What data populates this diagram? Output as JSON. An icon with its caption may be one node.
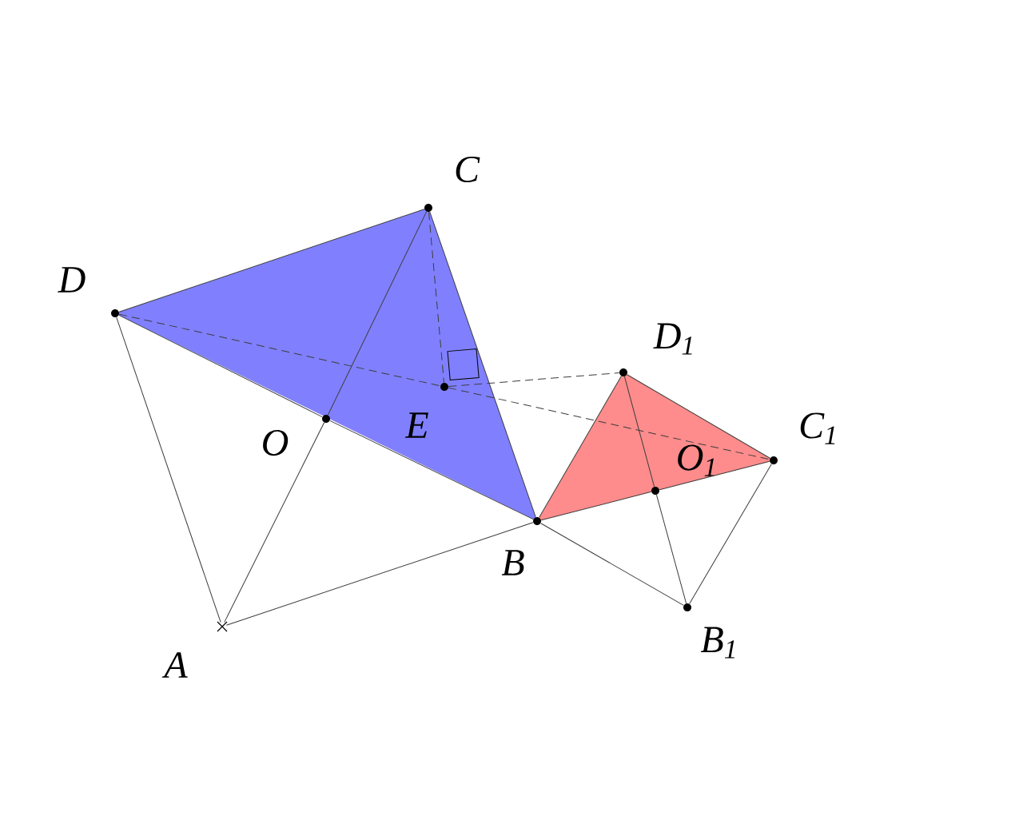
{
  "diagram": {
    "nodes": [
      {
        "text": [
          "C"
        ]
      },
      {
        "text": [
          "D"
        ]
      },
      {
        "text": [
          "E"
        ]
      },
      {
        "text": [
          "O"
        ]
      },
      {
        "text": [
          "B"
        ]
      },
      {
        "text": [
          "A"
        ]
      },
      {
        "text": [
          "D$_{1}$"
        ]
      },
      {
        "text": [
          "C$_{1}$"
        ]
      },
      {
        "text": [
          "O$_{1}$"
        ]
      },
      {
        "text": [
          "B$_{1}$"
        ]
      }
    ],
    "edges": [
      {
        "from": 1,
        "to": 5,
        "arrow": "none"
      },
      {
        "from": 5,
        "to": 4,
        "arrow": "none"
      },
      {
        "from": 5,
        "to": 3,
        "arrow": "none"
      },
      {
        "from": 3,
        "to": 0,
        "arrow": "none"
      },
      {
        "from": 1,
        "to": 0,
        "arrow": "none"
      },
      {
        "from": 0,
        "to": 4,
        "arrow": "none"
      },
      {
        "from": 1,
        "to": 3,
        "arrow": "none"
      },
      {
        "from": 3,
        "to": 4,
        "arrow": "none"
      },
      {
        "from": 4,
        "to": 6,
        "arrow": "none"
      },
      {
        "from": 6,
        "to": 7,
        "arrow": "none"
      },
      {
        "from": 4,
        "to": 8,
        "arrow": "none"
      },
      {
        "from": 8,
        "to": 7,
        "arrow": "none"
      },
      {
        "from": 6,
        "to": 8,
        "arrow": "none"
      },
      {
        "from": 8,
        "to": 9,
        "arrow": "none"
      },
      {
        "from": 4,
        "to": 9,
        "arrow": "none"
      },
      {
        "from": 7,
        "to": 9,
        "arrow": "none"
      },
      {
        "from": 1,
        "to": 2,
        "arrow": "none",
        "style": "dashed"
      },
      {
        "from": 2,
        "to": 7,
        "arrow": "none",
        "style": "dashed"
      },
      {
        "from": 0,
        "to": 2,
        "arrow": "none",
        "style": "dashed"
      },
      {
        "from": 2,
        "to": 6,
        "arrow": "none",
        "style": "dashed"
      }
    ]
  }
}
